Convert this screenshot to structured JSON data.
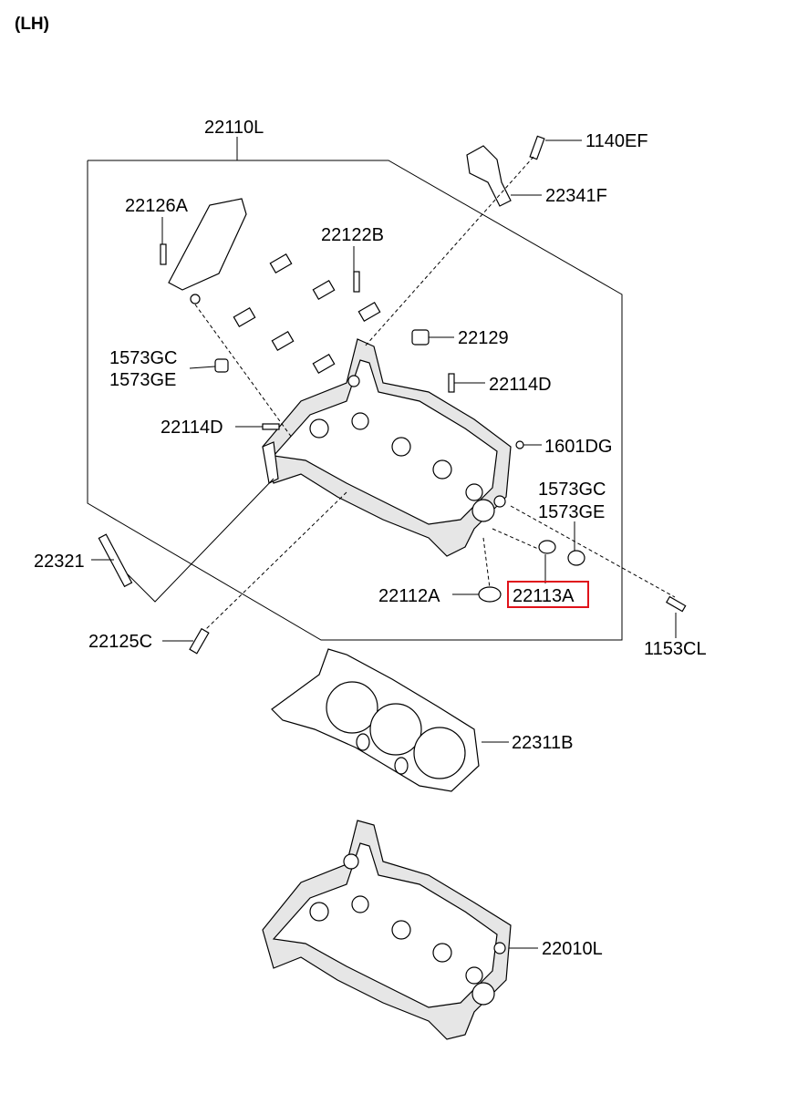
{
  "title": "(LH)",
  "labels": {
    "l_22110L": "22110L",
    "l_1140EF": "1140EF",
    "l_22341F": "22341F",
    "l_22126A": "22126A",
    "l_22122B": "22122B",
    "l_22129": "22129",
    "l_1573GC_a": "1573GC",
    "l_1573GE_a": "1573GE",
    "l_22114D_a": "22114D",
    "l_22114D_b": "22114D",
    "l_1601DG": "1601DG",
    "l_1573GC_b": "1573GC",
    "l_1573GE_b": "1573GE",
    "l_22321": "22321",
    "l_22112A": "22112A",
    "l_22113A": "22113A",
    "l_22125C": "22125C",
    "l_1153CL": "1153CL",
    "l_22311B": "22311B",
    "l_22010L": "22010L"
  },
  "highlight_color": "#e0121a",
  "highlighted_part": "22113A"
}
